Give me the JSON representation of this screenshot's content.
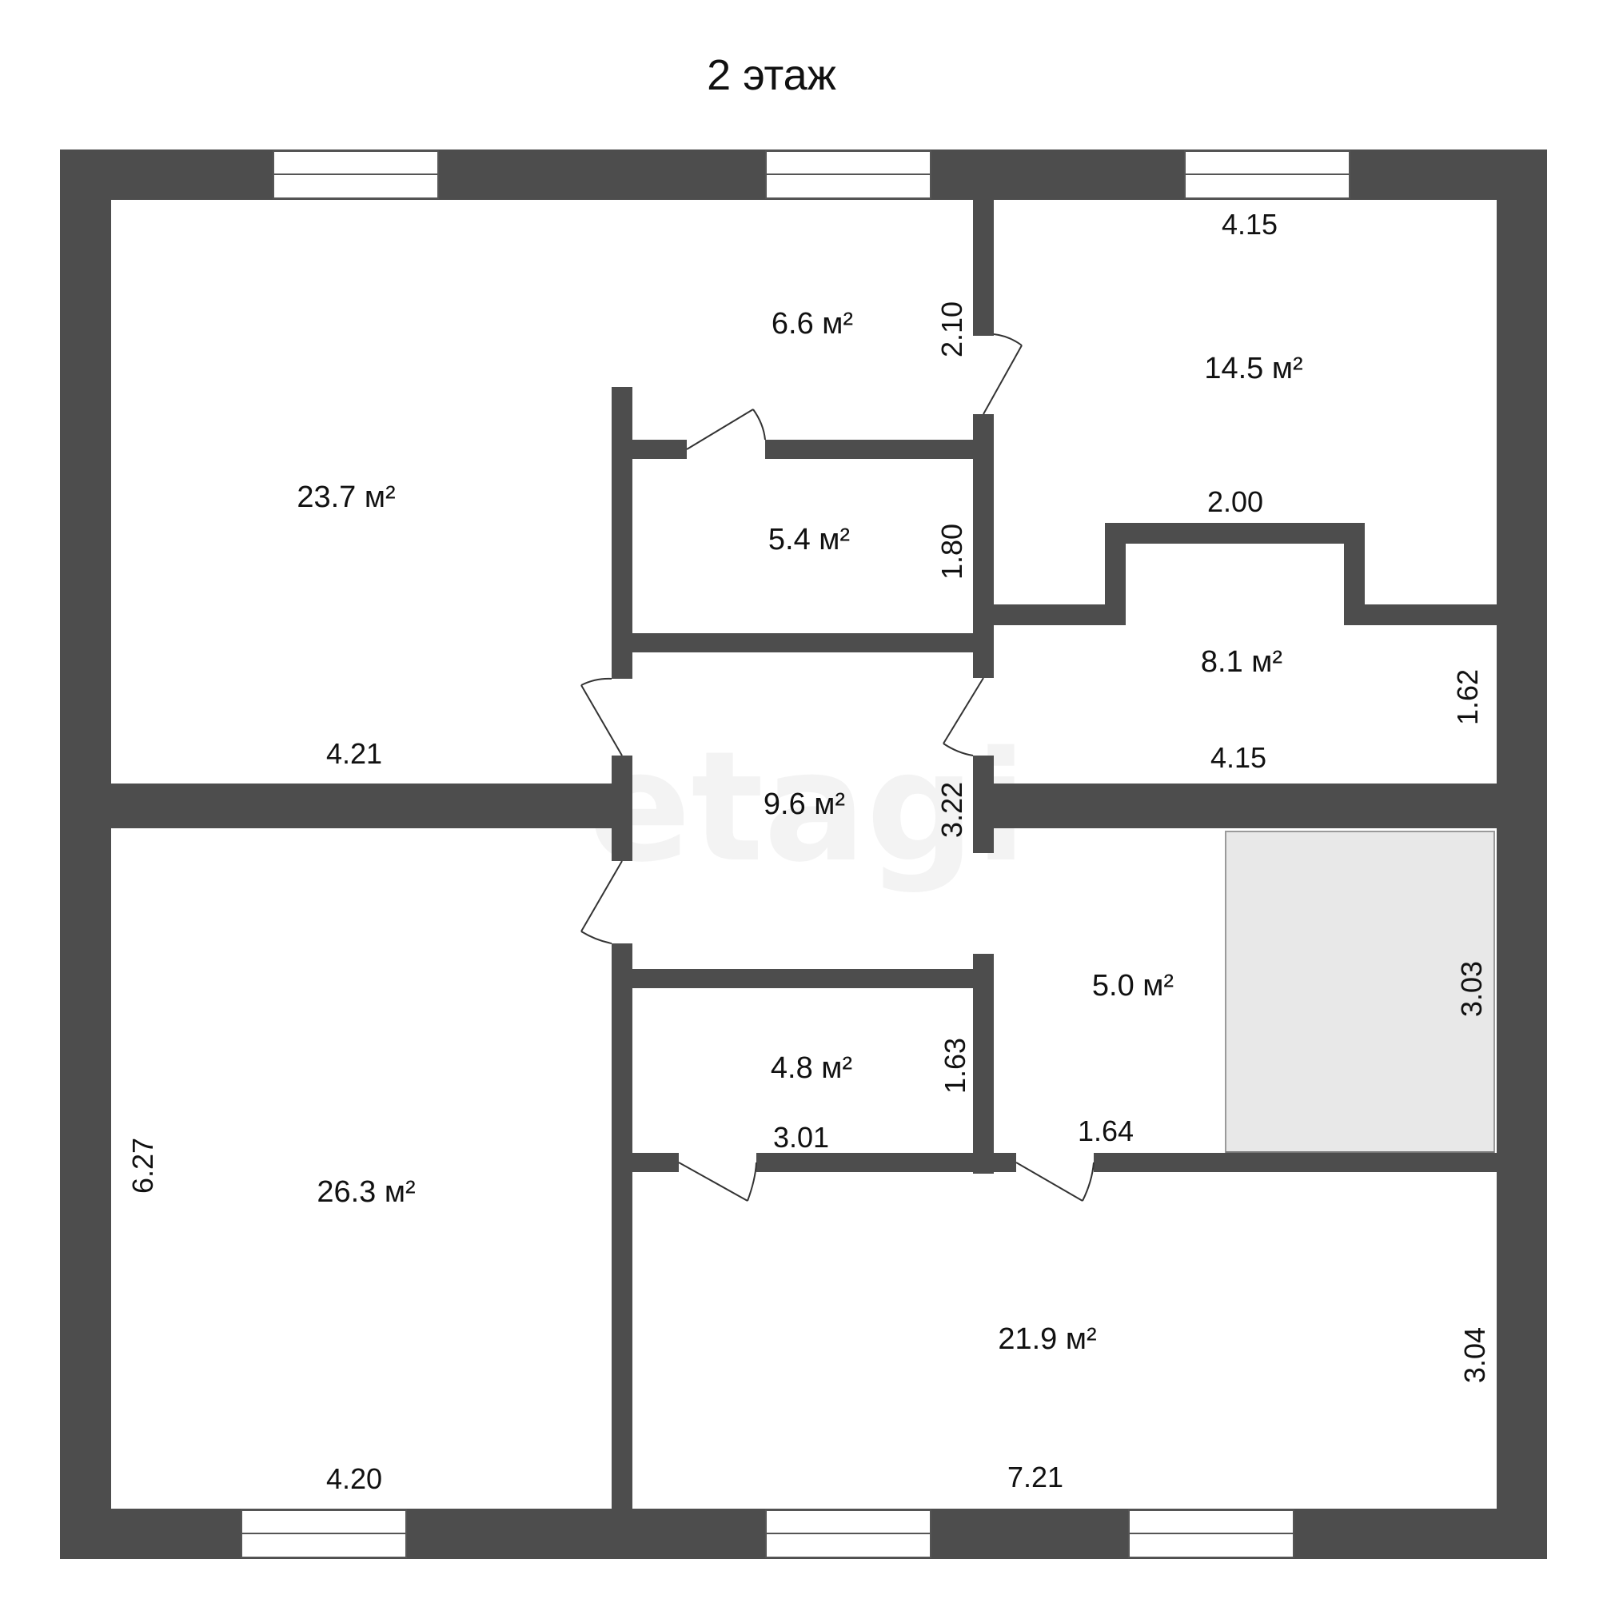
{
  "title": "2 этаж",
  "watermark": "etagi",
  "colors": {
    "wall": "#4d4d4d",
    "door_line": "#333333",
    "fixture_fill": "#e8e8e8",
    "window_fill": "#ffffff"
  },
  "rooms": [
    {
      "id": "r1",
      "area": "23.7 м²"
    },
    {
      "id": "r2",
      "area": "6.6 м²"
    },
    {
      "id": "r3",
      "area": "14.5 м²"
    },
    {
      "id": "r4",
      "area": "5.4 м²"
    },
    {
      "id": "r5",
      "area": "8.1 м²"
    },
    {
      "id": "r6",
      "area": "9.6 м²"
    },
    {
      "id": "r7",
      "area": "5.0 м²"
    },
    {
      "id": "r8",
      "area": "4.8 м²"
    },
    {
      "id": "r9",
      "area": "26.3 м²"
    },
    {
      "id": "r10",
      "area": "21.9 м²"
    }
  ],
  "dimensions": {
    "d_415_top": "4.15",
    "d_210": "2.10",
    "d_200": "2.00",
    "d_180": "1.80",
    "d_162": "1.62",
    "d_421": "4.21",
    "d_415_mid": "4.15",
    "d_322": "3.22",
    "d_303": "3.03",
    "d_163": "1.63",
    "d_301": "3.01",
    "d_164": "1.64",
    "d_627": "6.27",
    "d_304": "3.04",
    "d_420": "4.20",
    "d_721": "7.21"
  }
}
